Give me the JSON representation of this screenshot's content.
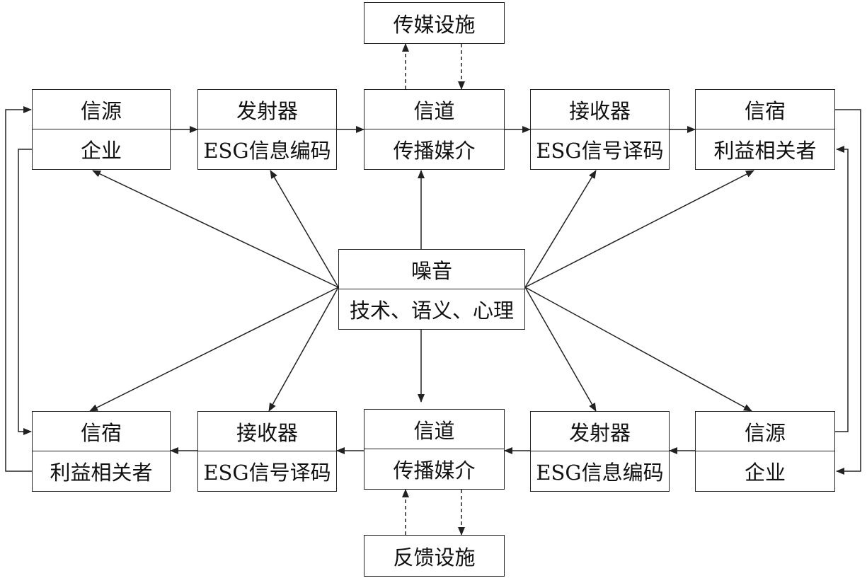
{
  "colors": {
    "line": "#222222",
    "background": "#ffffff"
  },
  "infra": {
    "top": "传媒设施",
    "bottom": "反馈设施"
  },
  "top_row": [
    {
      "title": "信源",
      "sub": "企业"
    },
    {
      "title": "发射器",
      "sub": "ESG信息编码"
    },
    {
      "title": "信道",
      "sub": "传播媒介"
    },
    {
      "title": "接收器",
      "sub": "ESG信号译码"
    },
    {
      "title": "信宿",
      "sub": "利益相关者"
    }
  ],
  "noise": {
    "title": "噪音",
    "sub": "技术、语义、心理"
  },
  "bottom_row": [
    {
      "title": "信宿",
      "sub": "利益相关者"
    },
    {
      "title": "接收器",
      "sub": "ESG信号译码"
    },
    {
      "title": "信道",
      "sub": "传播媒介"
    },
    {
      "title": "发射器",
      "sub": "ESG信息编码"
    },
    {
      "title": "信源",
      "sub": "企业"
    }
  ]
}
